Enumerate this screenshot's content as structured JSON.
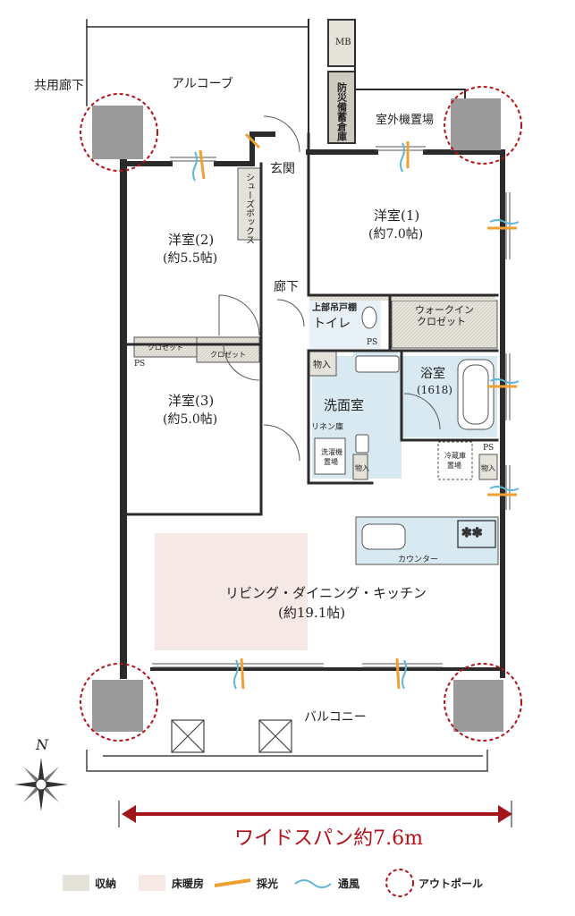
{
  "labels": {
    "common_corridor": "共用廊下",
    "alcove": "アルコーブ",
    "mb": "MB",
    "disaster_storage": "防災備蓄倉庫",
    "outdoor_unit": "室外機置場",
    "entrance": "玄関",
    "shoe_box": "シューズボックス",
    "hallway": "廊下",
    "room1_name": "洋室(1)",
    "room1_size": "(約7.0帖)",
    "room2_name": "洋室(2)",
    "room2_size": "(約5.5帖)",
    "room3_name": "洋室(3)",
    "room3_size": "(約5.0帖)",
    "upper_cabinet": "上部吊戸棚",
    "toilet": "トイレ",
    "ps": "PS",
    "walkin_l1": "ウォークイン",
    "walkin_l2": "クロゼット",
    "closet": "クロゼット",
    "storage": "物入",
    "bath": "浴室",
    "bath_size": "(1618)",
    "washroom": "洗面室",
    "linen": "リネン庫",
    "washer_l1": "洗濯機",
    "washer_l2": "置場",
    "fridge_l1": "冷蔵庫",
    "fridge_l2": "置場",
    "counter": "カウンター",
    "ldk_name": "リビング・ダイニング・キッチン",
    "ldk_size": "(約19.1帖)",
    "balcony": "バルコニー",
    "north": "N",
    "wide_span": "ワイドスパン約7.6m"
  },
  "legend": {
    "storage": "収納",
    "floor_heating": "床暖房",
    "lighting": "採光",
    "ventilation": "通風",
    "outpole": "アウトポール"
  },
  "colors": {
    "wall": "#2b2b2b",
    "column": "#9b9b9b",
    "storage_fill": "#e5e2da",
    "floor_heating_fill": "#f6e8e4",
    "wet_area_fill": "#d9e9f1",
    "lighting_arrow": "#f0a032",
    "ventilation_arrow": "#5fb7d8",
    "outpole_circle": "#b3121a",
    "span_arrow": "#a3151b"
  }
}
